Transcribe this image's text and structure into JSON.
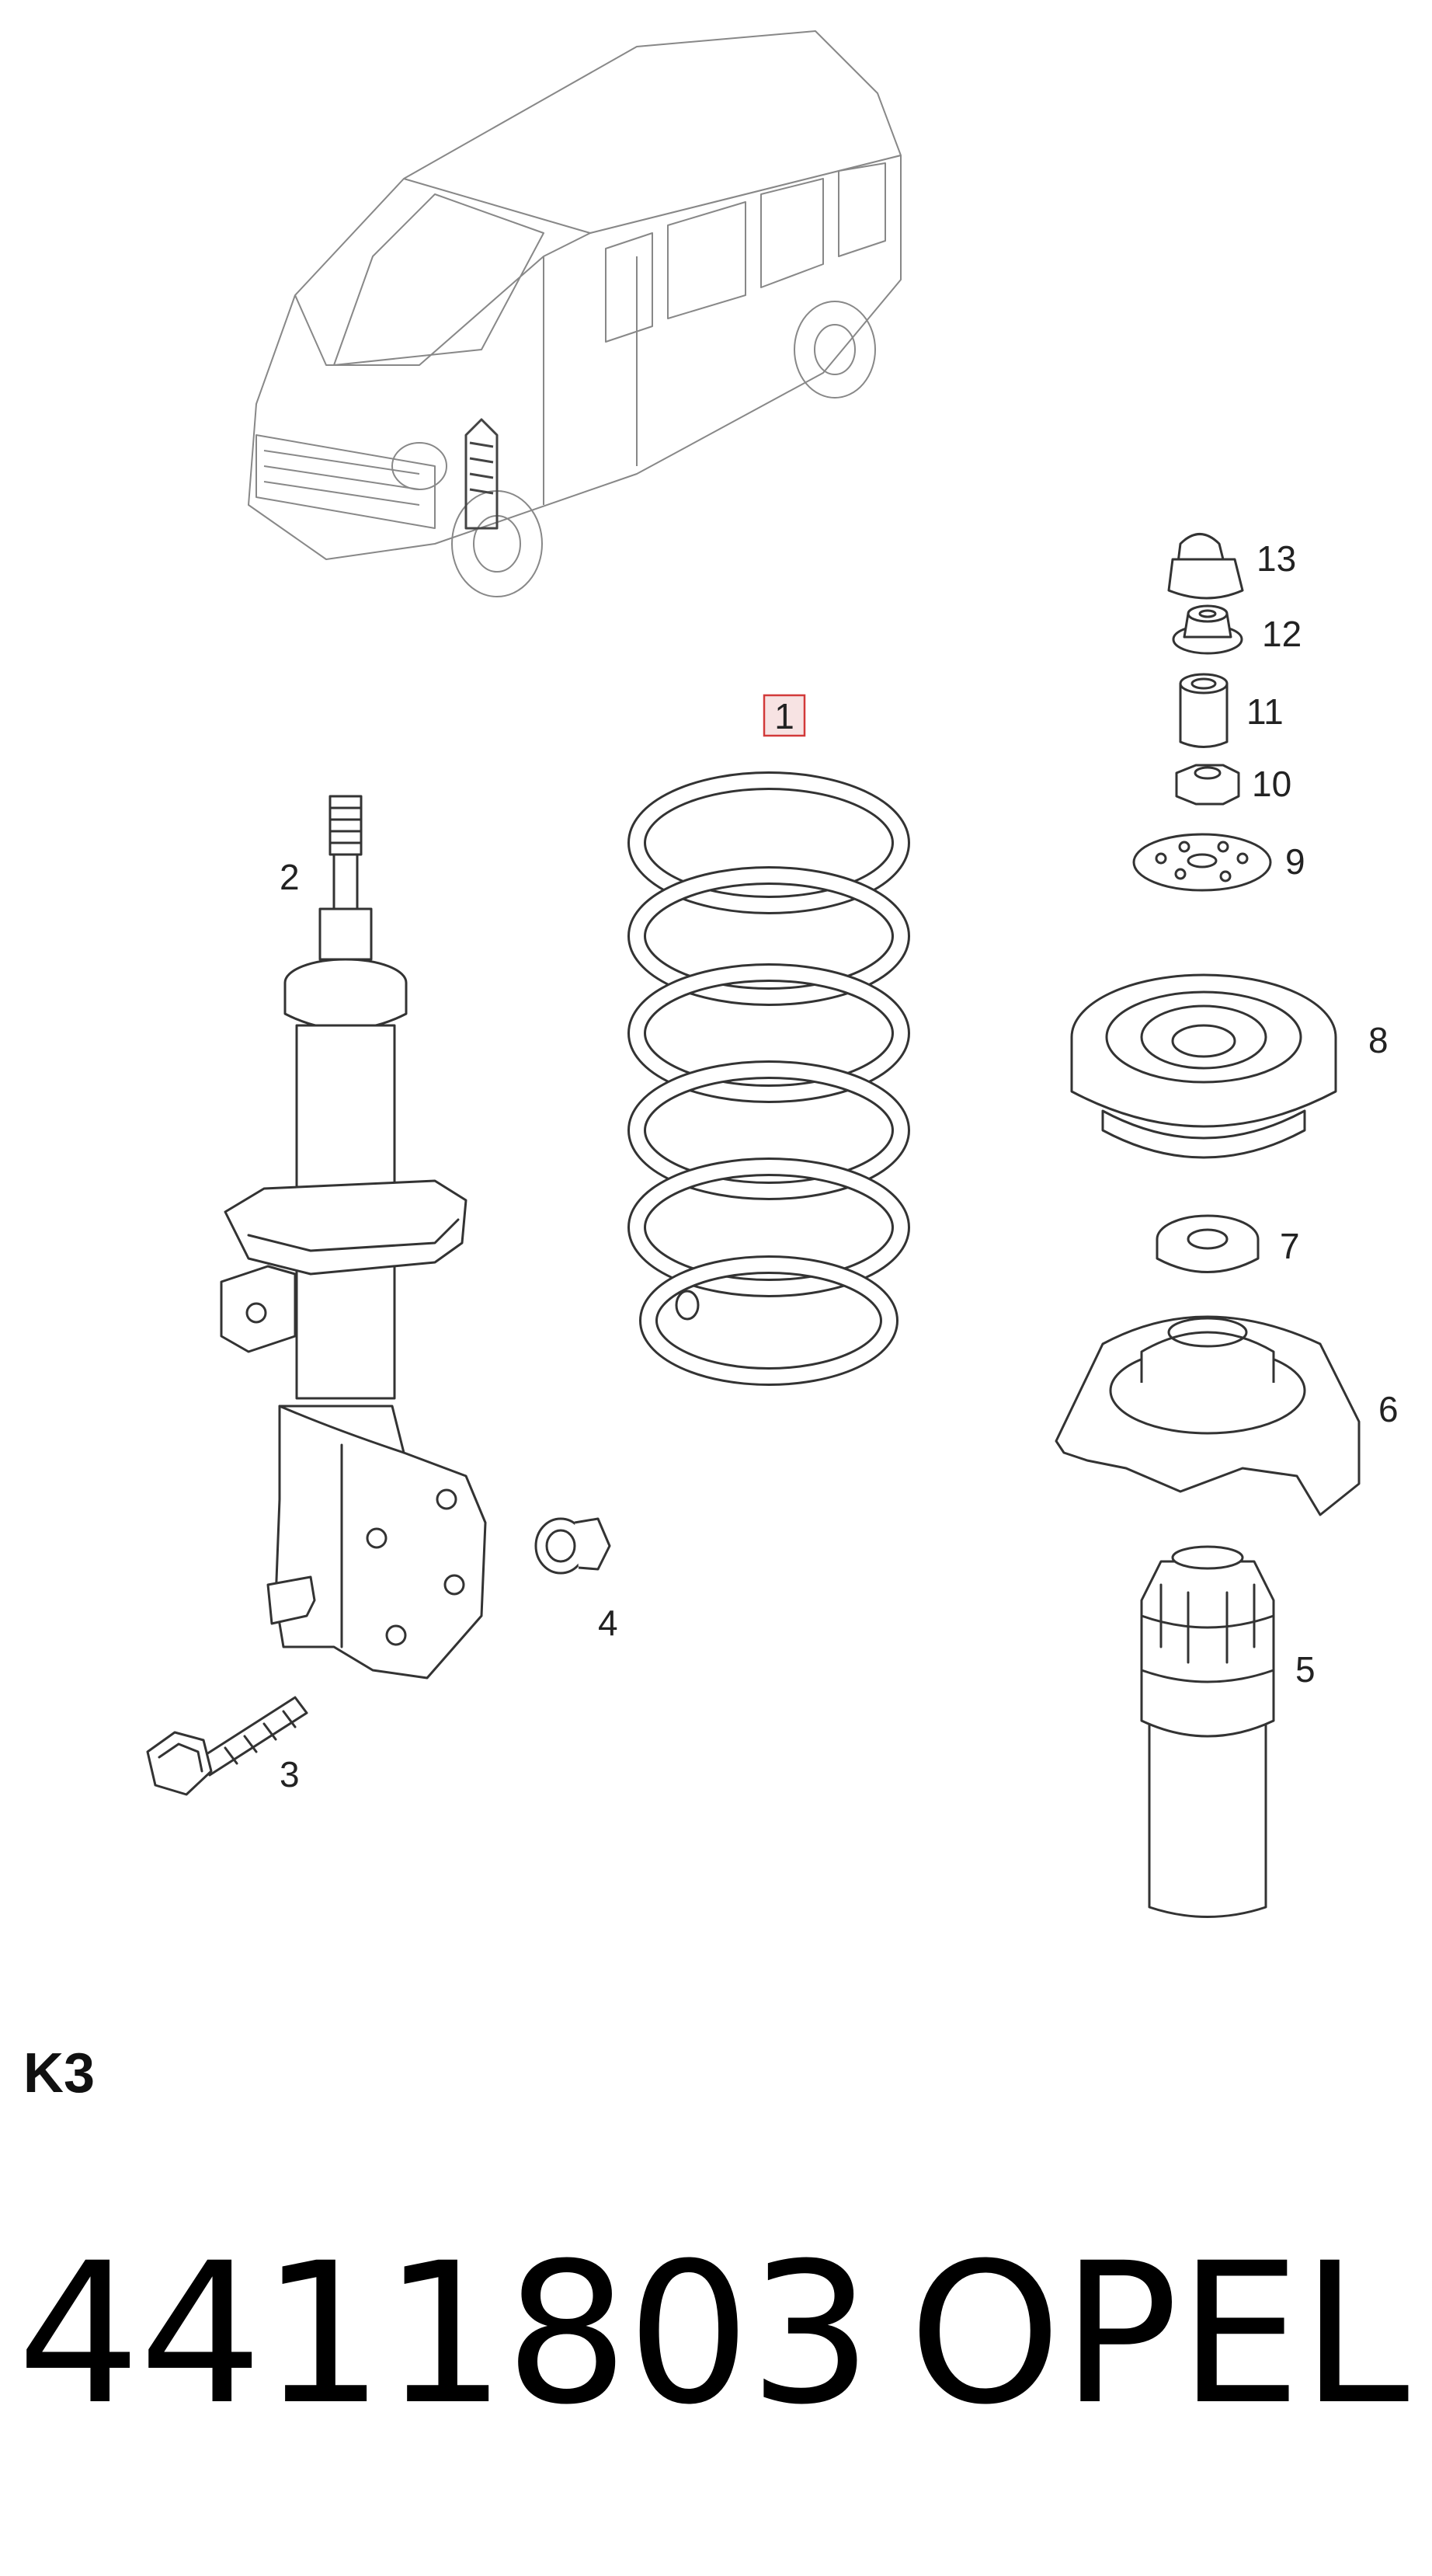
{
  "callouts": [
    {
      "id": "1",
      "label": "1",
      "highlighted": true
    },
    {
      "id": "2",
      "label": "2"
    },
    {
      "id": "3",
      "label": "3"
    },
    {
      "id": "4",
      "label": "4"
    },
    {
      "id": "5",
      "label": "5"
    },
    {
      "id": "6",
      "label": "6"
    },
    {
      "id": "7",
      "label": "7"
    },
    {
      "id": "8",
      "label": "8"
    },
    {
      "id": "9",
      "label": "9"
    },
    {
      "id": "10",
      "label": "10"
    },
    {
      "id": "11",
      "label": "11"
    },
    {
      "id": "12",
      "label": "12"
    },
    {
      "id": "13",
      "label": "13"
    }
  ],
  "section_code": "K3",
  "part_number": "4411803",
  "brand": "OPEL",
  "colors": {
    "highlight_border": "#d23a3a",
    "highlight_fill": "#f7e3e3",
    "line": "#333333"
  }
}
